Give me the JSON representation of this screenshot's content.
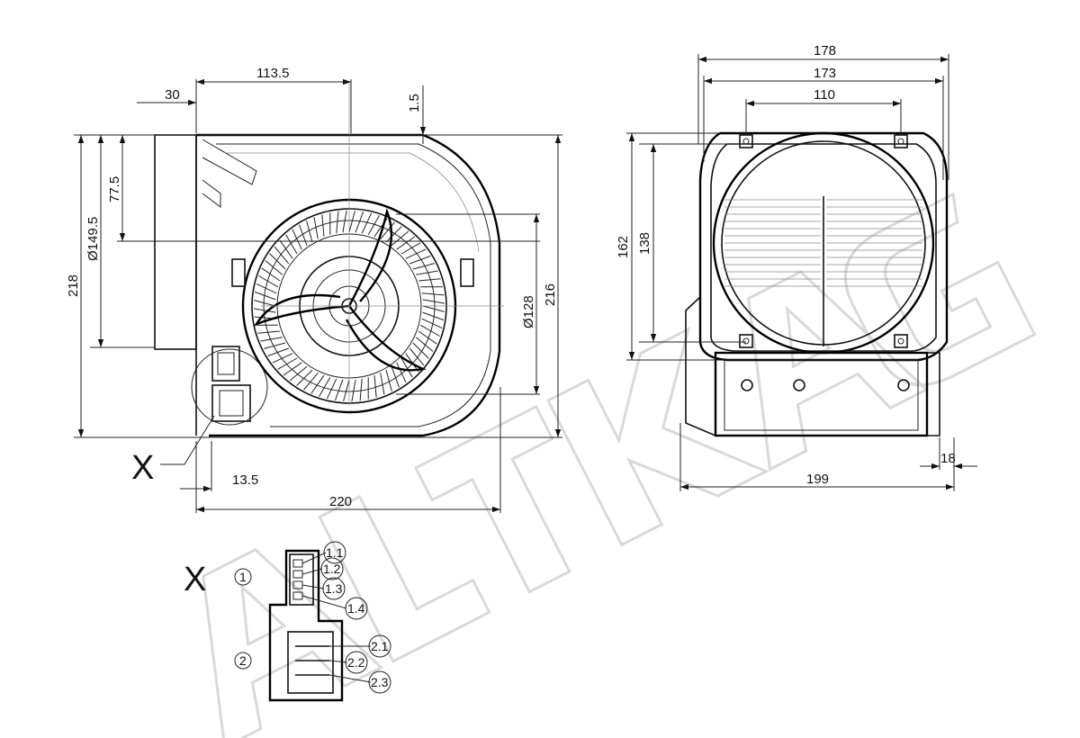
{
  "side_view": {
    "dim_30": "30",
    "dim_113_5": "113.5",
    "dim_1_5": "1.5",
    "dim_77_5": "77.5",
    "dim_d149_5": "Ø149.5",
    "dim_218": "218",
    "dim_216": "216",
    "dim_d128": "Ø128",
    "dim_13_5": "13.5",
    "dim_220": "220",
    "detail_marker": "X"
  },
  "front_view": {
    "dim_178": "178",
    "dim_173": "173",
    "dim_110": "110",
    "dim_162": "162",
    "dim_138": "138",
    "dim_18": "18",
    "dim_199": "199"
  },
  "detail_x": {
    "title": "X",
    "connector_1": "1",
    "connector_2": "2",
    "pins_1": [
      "1.1",
      "1.2",
      "1.3",
      "1.4"
    ],
    "pins_2": [
      "2.1",
      "2.2",
      "2.3"
    ]
  },
  "watermark": "ALLTAGO"
}
